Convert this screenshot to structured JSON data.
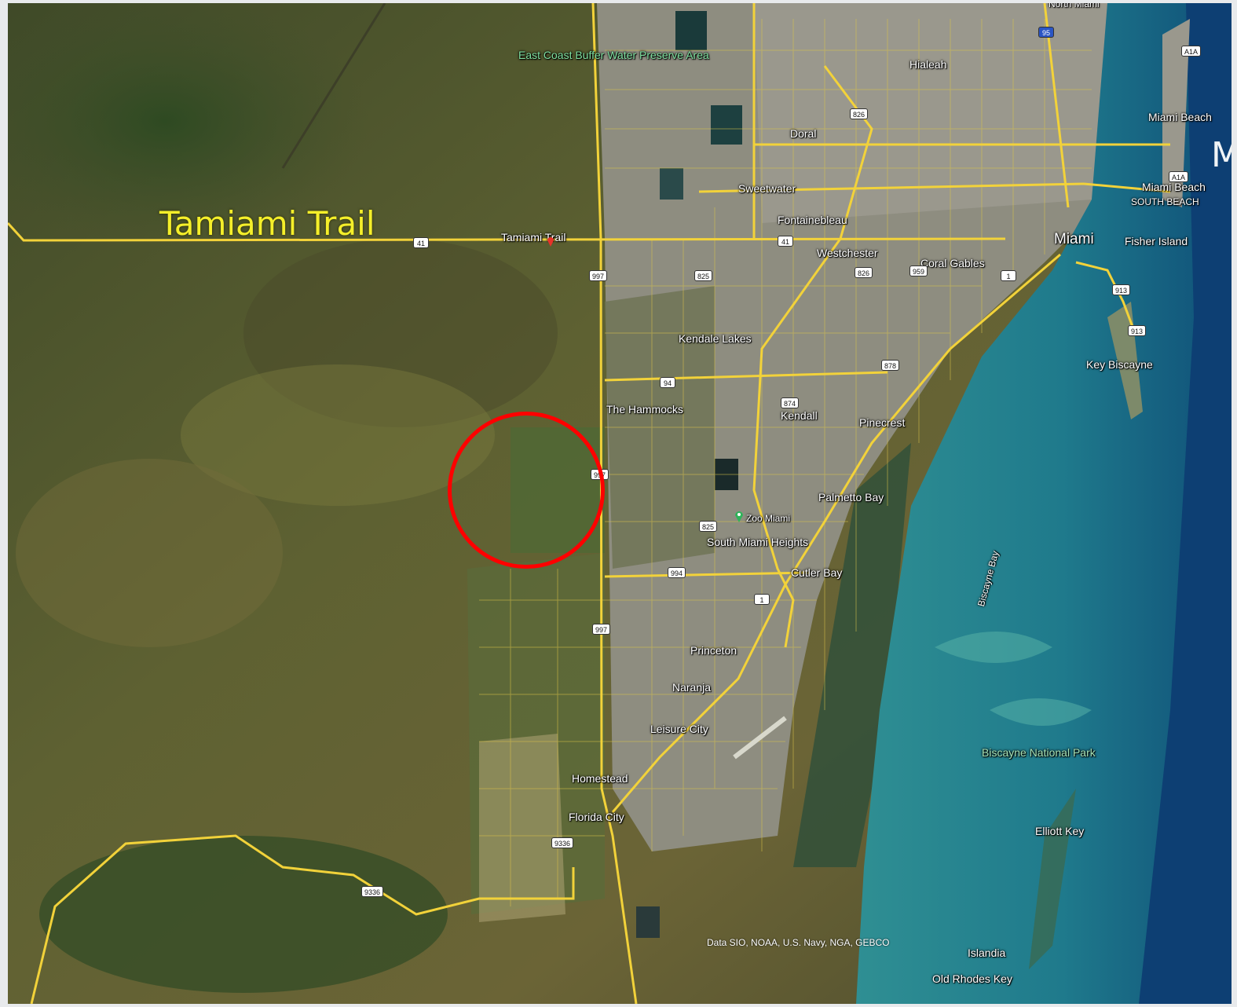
{
  "map": {
    "type": "satellite",
    "colors": {
      "wetland": "#5a5c2f",
      "road_major": "#f2d23a",
      "road_minor": "#d9c24a",
      "water_deep": "#1a6b85",
      "water_shallow": "#3a9aa0",
      "urban": "#8f8e84",
      "circle": "#ff0000",
      "overlay_label": "#f5ef2a"
    },
    "overlay_label": "Tamiami Trail",
    "edge_label": "M",
    "attribution": "Data SIO, NOAA, U.S. Navy, NGA, GEBCO",
    "places": {
      "north_miami": "North Miami",
      "preserve": "East Coast Buffer Water Preserve Area",
      "hialeah": "Hialeah",
      "miami_beach_n": "Miami Beach",
      "doral": "Doral",
      "sweetwater": "Sweetwater",
      "miami_beach_s": "Miami Beach",
      "south_beach": "SOUTH BEACH",
      "fontainebleau": "Fontainebleau",
      "tamiami_trail": "Tamiami Trail",
      "miami": "Miami",
      "fisher_island": "Fisher Island",
      "westchester": "Westchester",
      "coral_gables": "Coral Gables",
      "kendale_lakes": "Kendale Lakes",
      "key_biscayne": "Key Biscayne",
      "the_hammocks": "The Hammocks",
      "kendall": "Kendall",
      "pinecrest": "Pinecrest",
      "palmetto_bay": "Palmetto Bay",
      "zoo_miami": "Zoo Miami",
      "south_miami_heights": "South Miami Heights",
      "cutler_bay": "Cutler Bay",
      "biscayne_bay": "Biscayne Bay",
      "princeton": "Princeton",
      "naranja": "Naranja",
      "leisure_city": "Leisure City",
      "biscayne_np": "Biscayne National Park",
      "homestead": "Homestead",
      "florida_city": "Florida City",
      "elliott_key": "Elliott Key",
      "islandia": "Islandia",
      "old_rhodes_key": "Old Rhodes Key"
    },
    "shields": {
      "i95": "95",
      "a1a_n": "A1A",
      "a1a_s": "A1A",
      "r826_n": "826",
      "r41_w": "41",
      "r41_e": "41",
      "r997_n": "997",
      "r825_n": "825",
      "r826_s": "826",
      "r959": "959",
      "r1_n": "1",
      "r913_n": "913",
      "r913_s": "913",
      "r878": "878",
      "r94": "94",
      "r874": "874",
      "r997_mid": "997",
      "r825_s": "825",
      "r994": "994",
      "r1_s": "1",
      "r997_s": "997",
      "r9336_n": "9336",
      "r9336_s": "9336"
    }
  }
}
